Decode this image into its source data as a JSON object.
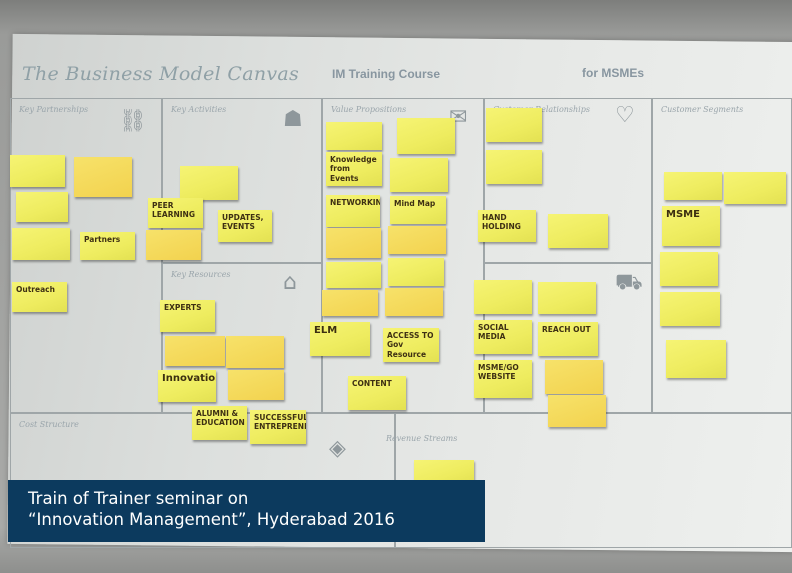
{
  "canvas": {
    "title": "The Business Model Canvas",
    "course": "IM Training Course",
    "target": "for MSMEs",
    "blocks": {
      "key_partnerships": "Key Partnerships",
      "key_activities": "Key Activities",
      "value_propositions": "Value Propositions",
      "customer_relationships": "Customer Relationships",
      "customer_segments": "Customer Segments",
      "key_resources": "Key Resources",
      "cost_structure": "Cost Structure",
      "revenue_streams": "Revenue Streams"
    }
  },
  "notes": {
    "elm": "ELM",
    "access": "ACCESS TO Gov Resource",
    "msme": "MSME",
    "networking": "NETWORKING",
    "knowledge": "Knowledge from Events",
    "peer": "PEER LEARNING",
    "mind_map": "Mind Map",
    "outreach": "Outreach",
    "hand_holding": "HAND HOLDING",
    "content": "CONTENT",
    "social_media": "SOCIAL MEDIA",
    "reach_out": "REACH OUT",
    "website": "MSME/GO WEBSITE",
    "partners": "Partners",
    "updates": "UPDATES, EVENTS",
    "experts": "EXPERTS",
    "innovation": "Innovation",
    "successful": "SUCCESSFUL ENTREPRENEURS",
    "alumni": "ALUMNI & EDUCATION"
  },
  "caption": {
    "line1": "Train of Trainer seminar on",
    "line2": "“Innovation Management”, Hyderabad 2016"
  }
}
